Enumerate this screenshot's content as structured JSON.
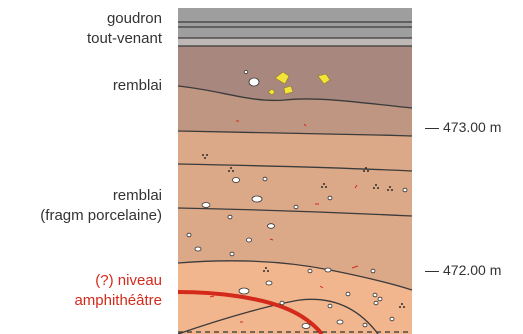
{
  "labels": {
    "goudron": "goudron",
    "tout_venant": "tout-venant",
    "remblai_upper": "remblai",
    "remblai_lower_1": "remblai",
    "remblai_lower_2": "(fragm porcelaine)",
    "amphi_1": "(?) niveau",
    "amphi_2": "amphithéâtre"
  },
  "elevations": {
    "upper": "473.00 m",
    "lower": "472.00 m"
  },
  "colors": {
    "asphalt": "#9e9e9e",
    "gravel_base": "#c7c1be",
    "fill_upper": "#a8877f",
    "fill_transition": "#c49a87",
    "fill_lower": "#dca988",
    "amphi_layer": "#f2b68f",
    "amphi_line": "#d42a1c",
    "text_red": "#d42a1c"
  }
}
